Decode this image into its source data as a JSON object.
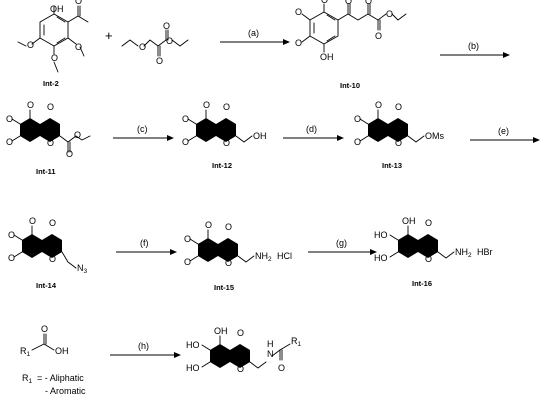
{
  "compounds": {
    "int2": "Int-2",
    "int10": "Int-10",
    "int11": "Int-11",
    "int12": "Int-12",
    "int13": "Int-13",
    "int14": "Int-14",
    "int15": "Int-15",
    "int16": "Int-16"
  },
  "steps": [
    "(a)",
    "(b)",
    "(c)",
    "(d)",
    "(e)",
    "(f)",
    "(g)",
    "(h)"
  ],
  "plus": "+",
  "atoms": {
    "O": "O",
    "OH": "OH",
    "HO": "HO",
    "OMs": "OMs",
    "N3": "N",
    "N3_sub": "3",
    "NH2": "NH",
    "NH2_sub": "2",
    "HCl": "HCl",
    "HBr": "HBr",
    "NH": "N",
    "H": "H",
    "R": "R",
    "R_sub": "1"
  },
  "legend": {
    "line1": "= - Aliphatic",
    "line2": "- Aromatic"
  }
}
